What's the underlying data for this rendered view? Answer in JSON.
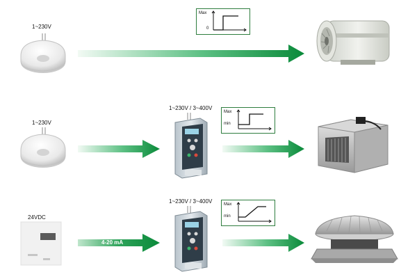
{
  "rows": [
    {
      "sensor_voltage": "1~230V",
      "curve_top_label": "Max",
      "curve_bottom_label": "0"
    },
    {
      "sensor_voltage": "1~230V",
      "drive_voltage": "1~230V / 3~400V",
      "curve_top_label": "Max",
      "curve_bottom_label": "min"
    },
    {
      "sensor_voltage": "24VDC",
      "signal_label": "4-20 mA",
      "drive_voltage": "1~230V / 3~400V",
      "curve_top_label": "Max",
      "curve_bottom_label": "min"
    }
  ],
  "colors": {
    "arrow_dark": "#0f8a3c",
    "arrow_light": "#e8f6ec",
    "curve_border": "#2e7d3e",
    "curve_line": "#111111"
  }
}
